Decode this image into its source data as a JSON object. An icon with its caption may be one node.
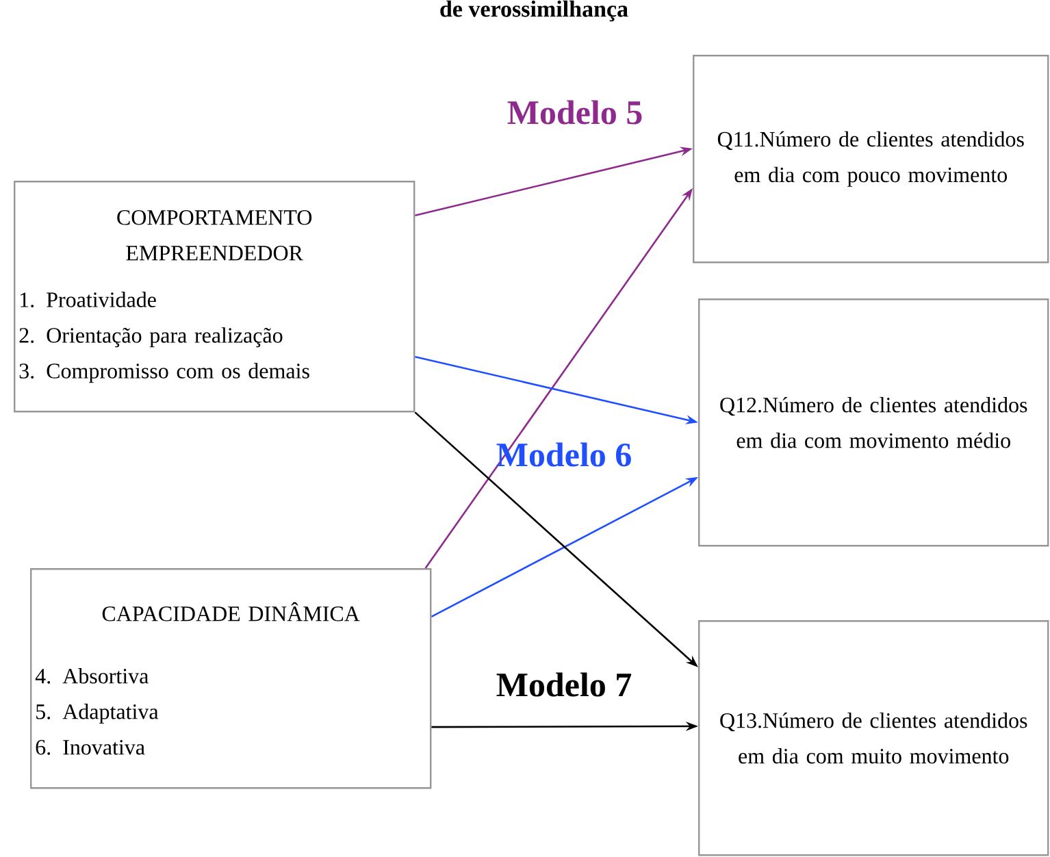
{
  "diagram": {
    "title": "de verossimilhança",
    "nodes": [
      {
        "text": [
          "COMPORTAMENTO EMPREENDEDOR",
          "1. Proatividade",
          "2. Orientação para realização",
          "3. Compromisso com os demais"
        ]
      },
      {
        "text": [
          "CAPACIDADE DINÂMICA",
          "4. Absortiva",
          "5. Adaptativa",
          "6. Inovativa"
        ]
      },
      {
        "text": [
          "Q11.Número de clientes atendidos em dia com pouco movimento"
        ]
      },
      {
        "text": [
          "Q12.Número de clientes atendidos em dia com movimento médio"
        ]
      },
      {
        "text": [
          "Q13.Número de clientes atendidos em dia com muito movimento"
        ]
      }
    ],
    "edges": [
      {
        "from": 0,
        "to": 2,
        "arrow": "to",
        "color": "#8e2a8e"
      },
      {
        "from": 1,
        "to": 2,
        "arrow": "to",
        "color": "#8e2a8e"
      },
      {
        "from": 0,
        "to": 3,
        "arrow": "to",
        "color": "#1f4fff"
      },
      {
        "from": 1,
        "to": 3,
        "arrow": "to",
        "color": "#1f4fff"
      },
      {
        "from": 0,
        "to": 4,
        "arrow": "to",
        "color": "#000000"
      },
      {
        "from": 1,
        "to": 4,
        "arrow": "to",
        "color": "#000000"
      }
    ],
    "labels": [
      "Modelo 5",
      "Modelo 6",
      "Modelo 7"
    ]
  }
}
